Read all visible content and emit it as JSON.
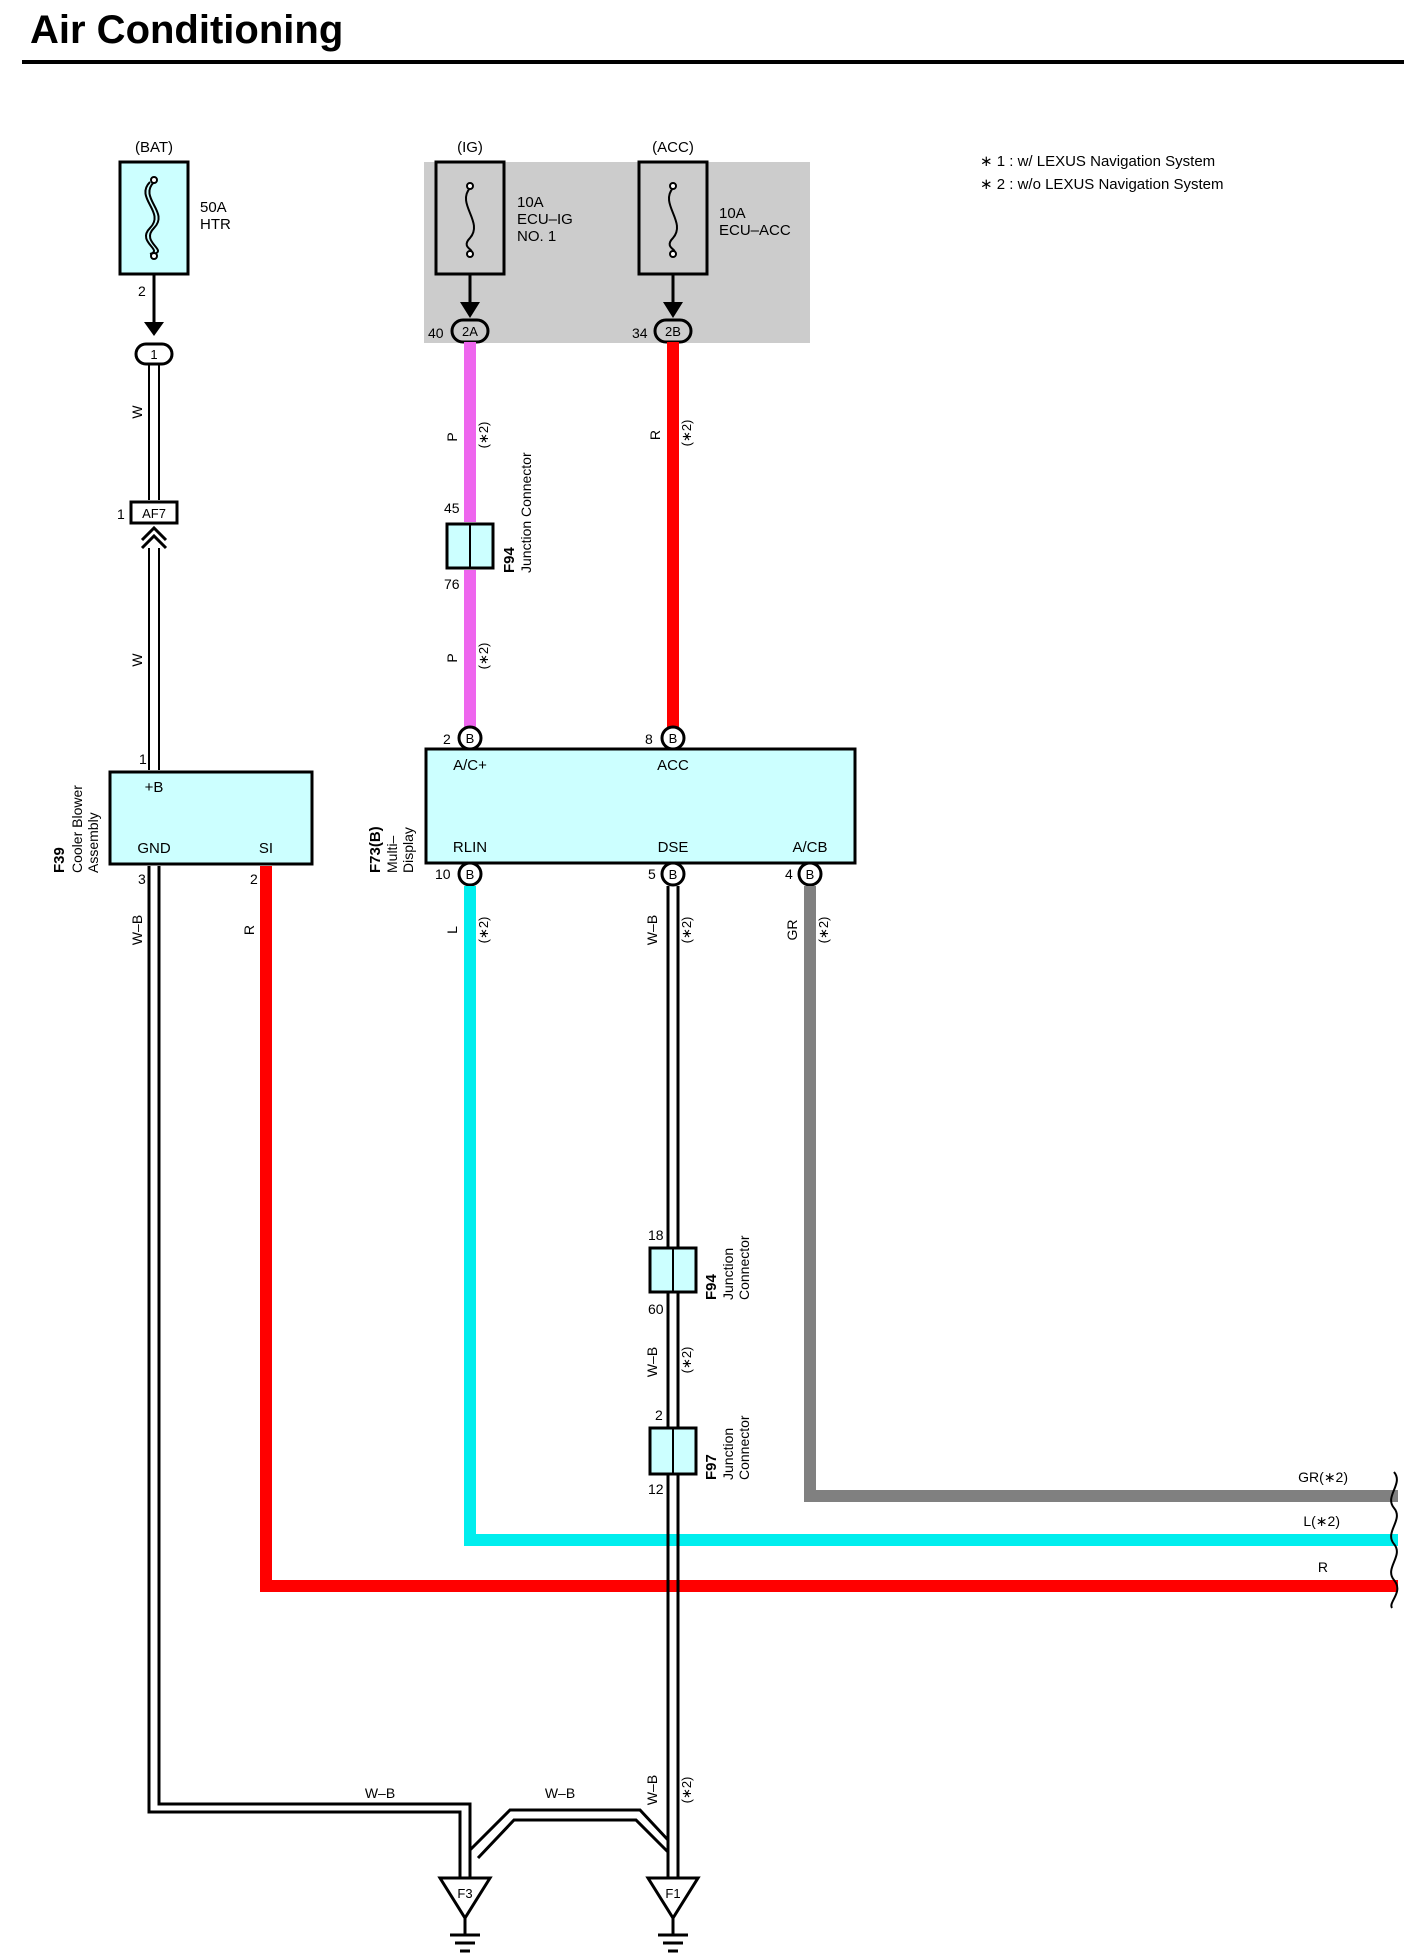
{
  "title": "Air Conditioning",
  "notes": [
    "∗ 1 : w/ LEXUS Navigation System",
    "∗ 2 : w/o LEXUS Navigation System"
  ],
  "colors": {
    "wire_pink": "#ee66ee",
    "wire_red": "#ff0000",
    "wire_cyan": "#00eeee",
    "wire_gray": "#808080",
    "box_fill": "#ccffff",
    "relay_box_bg": "#cccccc"
  },
  "sources": {
    "bat": {
      "label": "(BAT)",
      "rating": "50A",
      "name": "HTR",
      "pin": "2",
      "conn": "1"
    },
    "ig": {
      "label": "(IG)",
      "rating": "10A",
      "name1": "ECU–IG",
      "name2": "NO. 1",
      "pin": "40",
      "conn": "2A"
    },
    "acc": {
      "label": "(ACC)",
      "rating": "10A",
      "name": "ECU–ACC",
      "pin": "34",
      "conn": "2B"
    }
  },
  "af7": {
    "pin": "1",
    "id": "AF7"
  },
  "blower": {
    "code": "F39",
    "name1": "Cooler Blower",
    "name2": "Assembly",
    "plusb": "+B",
    "gnd": "GND",
    "si": "SI",
    "pin_plusb": "1",
    "pin_gnd": "3",
    "pin_si": "2"
  },
  "display": {
    "code": "F73(B)",
    "name1": "Multi–",
    "name2": "Display",
    "acp": "A/C+",
    "acc": "ACC",
    "rlin": "RLIN",
    "dse": "DSE",
    "acb": "A/CB",
    "pin_acp": "2",
    "pin_acc": "8",
    "pin_rlin": "10",
    "pin_dse": "5",
    "pin_acb": "4",
    "conn": "B"
  },
  "junctions": {
    "j1": {
      "code": "F94",
      "name": "Junction Connector",
      "pin_top": "45",
      "pin_bot": "76"
    },
    "j2": {
      "code": "F94",
      "name1": "Junction",
      "name2": "Connector",
      "pin_top": "18",
      "pin_bot": "60"
    },
    "j3": {
      "code": "F97",
      "name1": "Junction",
      "name2": "Connector",
      "pin_top": "2",
      "pin_bot": "12"
    }
  },
  "wire_labels": {
    "w": "W",
    "p": "P",
    "r": "R",
    "wb": "W–B",
    "l": "L",
    "gr": "GR",
    "star2": "(∗2)",
    "gr_right": "GR(∗2)",
    "l_right": "L(∗2)",
    "r_right": "R"
  },
  "grounds": {
    "f3": "F3",
    "f1": "F1"
  }
}
